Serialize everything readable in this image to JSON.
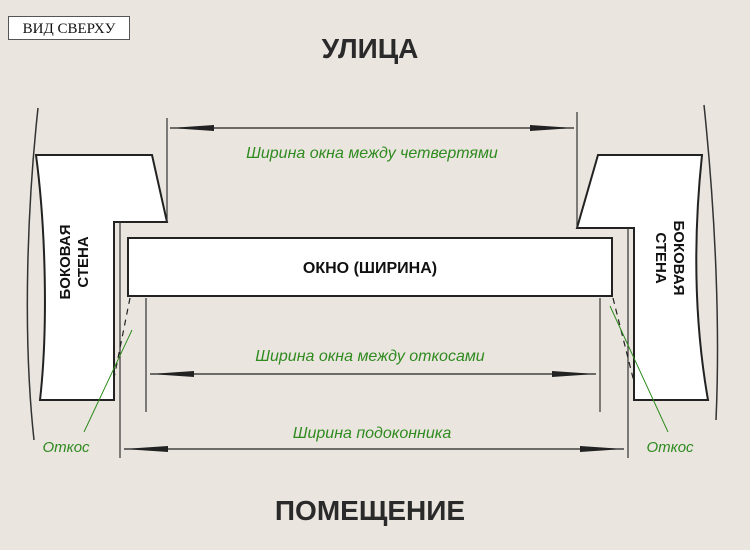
{
  "view_label": "ВИД СВЕРХУ",
  "labels": {
    "street": "УЛИЦА",
    "room": "ПОМЕЩЕНИЕ",
    "window": "ОКНО (ШИРИНА)",
    "side_wall_line1": "БОКОВАЯ",
    "side_wall_line2": "СТЕНА",
    "slope": "Откос"
  },
  "dimensions": {
    "between_quarters": "Ширина окна между четвертями",
    "between_slopes": "Ширина окна между откосами",
    "sill_width": "Ширина подоконника"
  },
  "colors": {
    "background": "#eae6df",
    "annotation_green": "#2f8a1f",
    "line": "#222222",
    "wall_fill": "#ffffff"
  }
}
